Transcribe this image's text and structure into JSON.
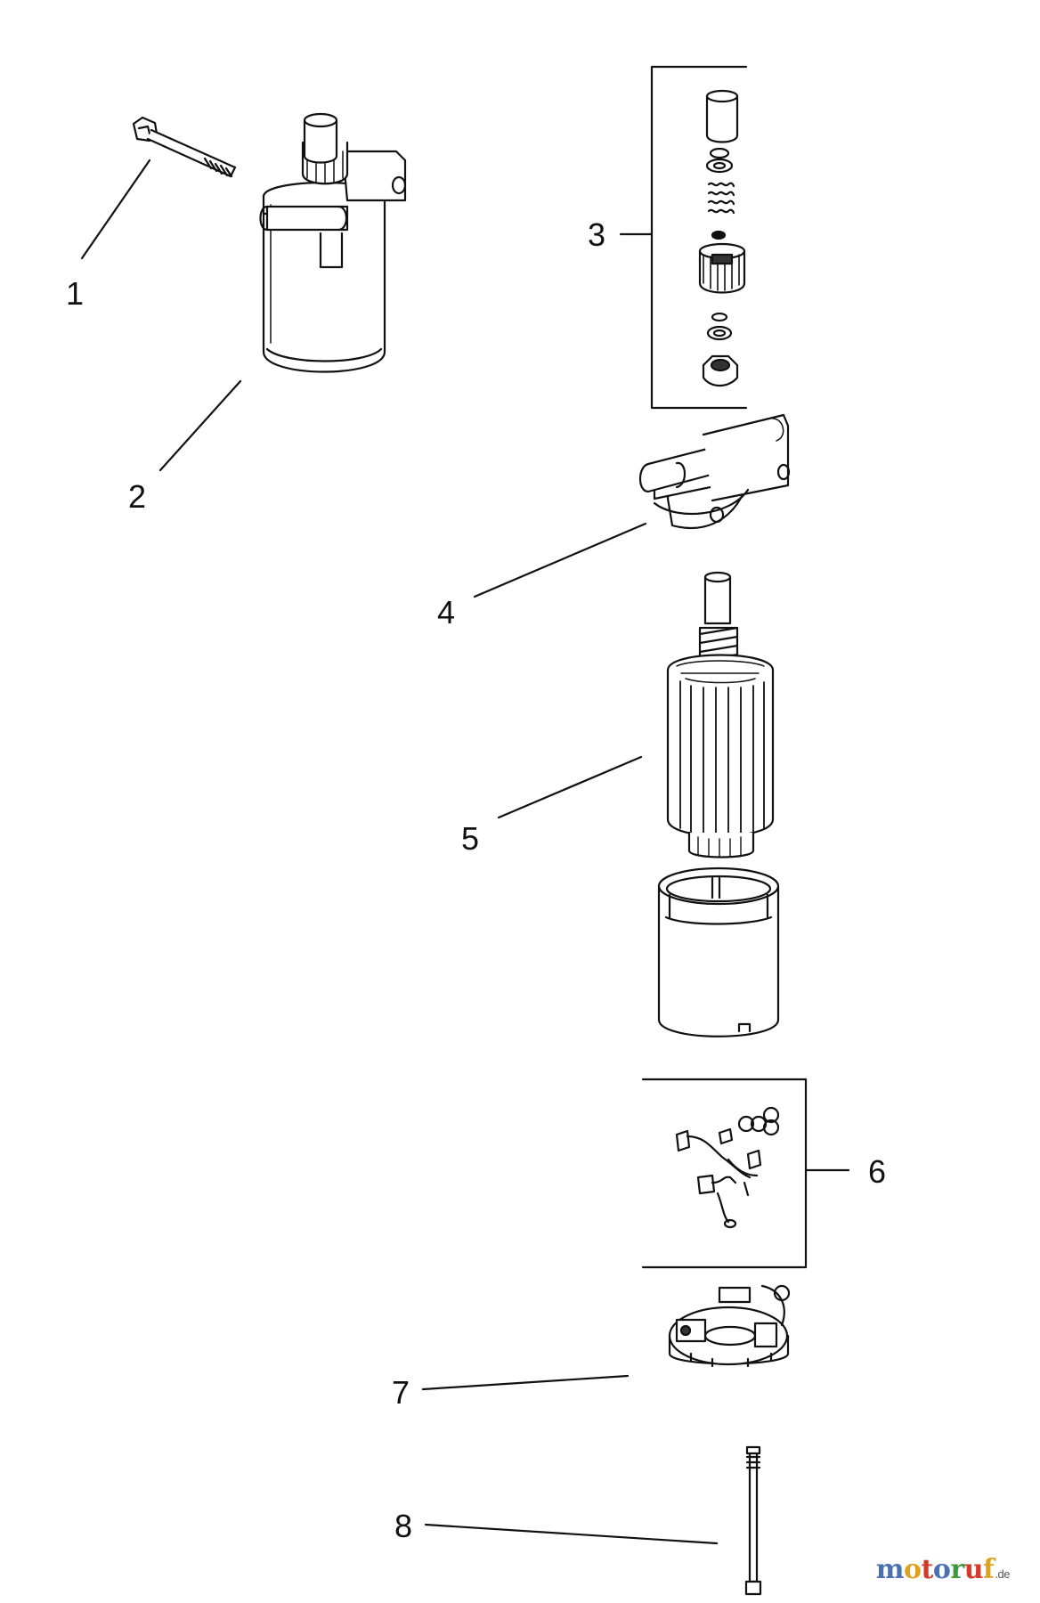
{
  "callouts": [
    "1",
    "2",
    "3",
    "4",
    "5",
    "6",
    "7",
    "8"
  ],
  "parts": [
    {
      "id": "1",
      "name": "bolt-icon"
    },
    {
      "id": "2",
      "name": "starter-motor-assembly-icon"
    },
    {
      "id": "3",
      "name": "drive-kit-icon"
    },
    {
      "id": "4",
      "name": "drive-end-cap-icon"
    },
    {
      "id": "5",
      "name": "armature-icon"
    },
    {
      "id": "6",
      "name": "brush-kit-icon"
    },
    {
      "id": "7",
      "name": "commutator-end-cap-icon"
    },
    {
      "id": "8",
      "name": "through-bolt-icon"
    }
  ],
  "watermark": {
    "letters": [
      {
        "t": "m",
        "color": "#4a6fb5"
      },
      {
        "t": "o",
        "color": "#e0a020"
      },
      {
        "t": "t",
        "color": "#d23a2a"
      },
      {
        "t": "o",
        "color": "#4a6fb5"
      },
      {
        "t": "r",
        "color": "#3a9a3a"
      },
      {
        "t": "u",
        "color": "#d23a2a"
      },
      {
        "t": "f",
        "color": "#e0a020"
      }
    ],
    "suffix": ".de"
  }
}
